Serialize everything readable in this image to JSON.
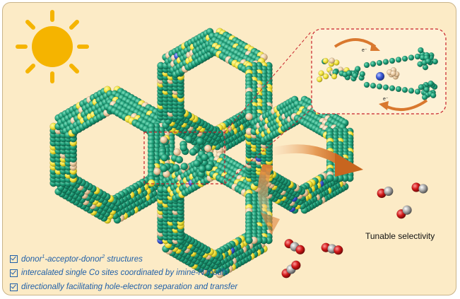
{
  "labels": {
    "tunable": "Tunable selectivity",
    "electron_top": "e⁻",
    "electron_bottom": "e⁻"
  },
  "bullets": [
    {
      "pre": "donor",
      "sup1": "1",
      "mid": "-acceptor-donor",
      "sup2": "2",
      "post": " structures"
    },
    {
      "text": "intercalated single Co sites coordinated by imine-N motifs"
    },
    {
      "text": "directionally facilitating hole-electron separation and transfer"
    }
  ],
  "colors": {
    "background": "#fcebc6",
    "framework_green": "#1fa07a",
    "sulfur_yellow": "#f2e23a",
    "carbon_beige": "#e9c9a0",
    "cobalt_blue": "#3a5ad8",
    "arrow_orange": "#d9782e",
    "dashed_red": "#c8202a",
    "sun": "#f5b400",
    "bullet_text": "#1f5fa8"
  },
  "icons": [
    "sun-icon",
    "co2-molecule-icon",
    "co-molecule-icon",
    "curved-arrow-icon",
    "checkbox-icon"
  ]
}
